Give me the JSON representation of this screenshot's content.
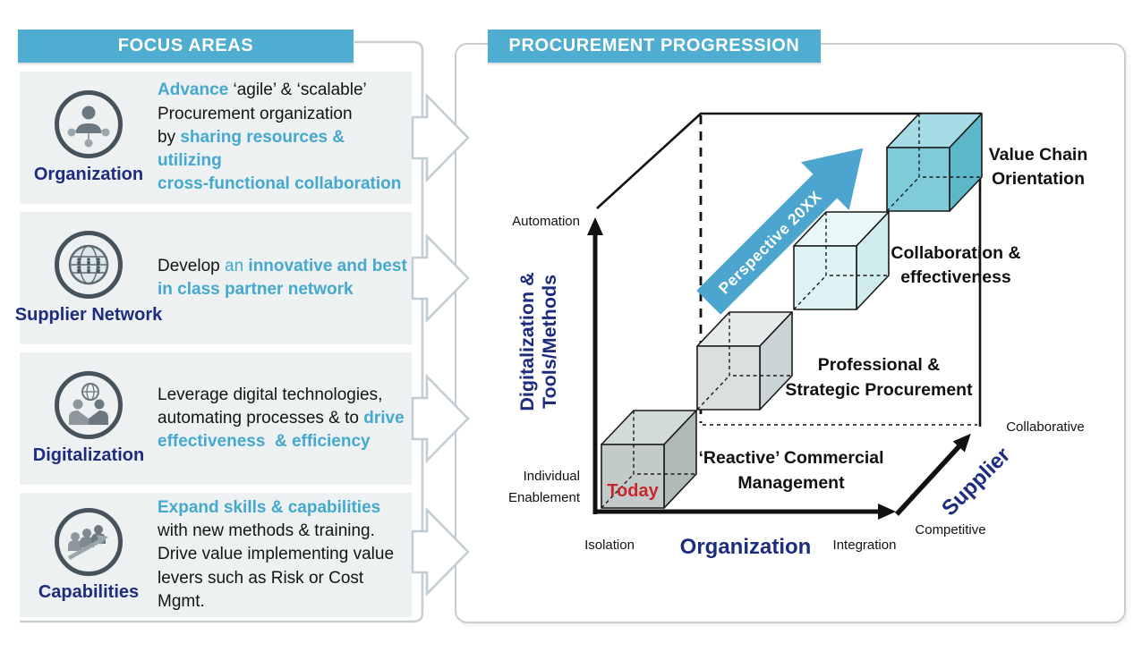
{
  "colors": {
    "banner_blue": "#4FADD1",
    "accent_blue": "#45A8CE",
    "navy": "#1E2C7E",
    "today_red": "#C9252B",
    "row_background": "#EDF1F1",
    "connector_gray": "#C7CDD1",
    "stage_cube_fills": [
      "#C2CBCA",
      "#DAE0E0",
      "#DFF3F5",
      "#7FCBD9"
    ]
  },
  "focus_areas": {
    "title": "FOCUS AREAS",
    "rows": [
      {
        "label": "Organization",
        "icon": "organization-network-icon",
        "lines": [
          [
            {
              "text": "Advance ",
              "style": "accent"
            },
            {
              "text": "‘agile’ & ‘scalable’"
            }
          ],
          [
            {
              "text": "Procurement organization"
            }
          ],
          [
            {
              "text": "by "
            },
            {
              "text": "sharing resources & utilizing",
              "style": "accent"
            }
          ],
          [
            {
              "text": "cross-functional collaboration",
              "style": "accent"
            }
          ]
        ]
      },
      {
        "label": "Supplier Network",
        "icon": "globe-people-icon",
        "lines": [
          [
            {
              "text": "Develop "
            },
            {
              "text": "an ",
              "style": "accent-light"
            },
            {
              "text": "innovative and best",
              "style": "accent"
            }
          ],
          [
            {
              "text": "in class partner network",
              "style": "accent"
            }
          ]
        ]
      },
      {
        "label": "Digitalization",
        "icon": "handshake-globe-icon",
        "lines": [
          [
            {
              "text": "Leverage digital technologies,"
            }
          ],
          [
            {
              "text": "automating processes & to "
            },
            {
              "text": "drive",
              "style": "accent"
            }
          ],
          [
            {
              "text": "effectiveness  & efficiency",
              "style": "accent"
            }
          ]
        ]
      },
      {
        "label": "Capabilities",
        "icon": "people-growth-arrow-icon",
        "lines": [
          [
            {
              "text": "Expand skills & capabilities",
              "style": "accent"
            }
          ],
          [
            {
              "text": "with new methods & training."
            }
          ],
          [
            {
              "text": "Drive value implementing value"
            }
          ],
          [
            {
              "text": "levers such as Risk or Cost Mgmt."
            }
          ]
        ]
      }
    ]
  },
  "progression": {
    "title": "PROCUREMENT PROGRESSION",
    "perspective_label": "Perspective 20XX",
    "today_label": "Today",
    "stages": [
      {
        "name": [
          "‘Reactive’ Commercial",
          "Management"
        ]
      },
      {
        "name": [
          "Professional &",
          "Strategic Procurement"
        ]
      },
      {
        "name": [
          "Collaboration &",
          "effectiveness"
        ]
      },
      {
        "name": [
          "Value Chain",
          "Orientation"
        ]
      }
    ],
    "axes": {
      "y": {
        "label": [
          "Digitalization &",
          "Tools/Methods"
        ],
        "top": "Automation",
        "bottom": [
          "Individual",
          "Enablement"
        ]
      },
      "x": {
        "label": "Organization",
        "left": "Isolation",
        "right": "Integration"
      },
      "z": {
        "label": "Supplier",
        "near": "Competitive",
        "far": "Collaborative"
      }
    }
  }
}
